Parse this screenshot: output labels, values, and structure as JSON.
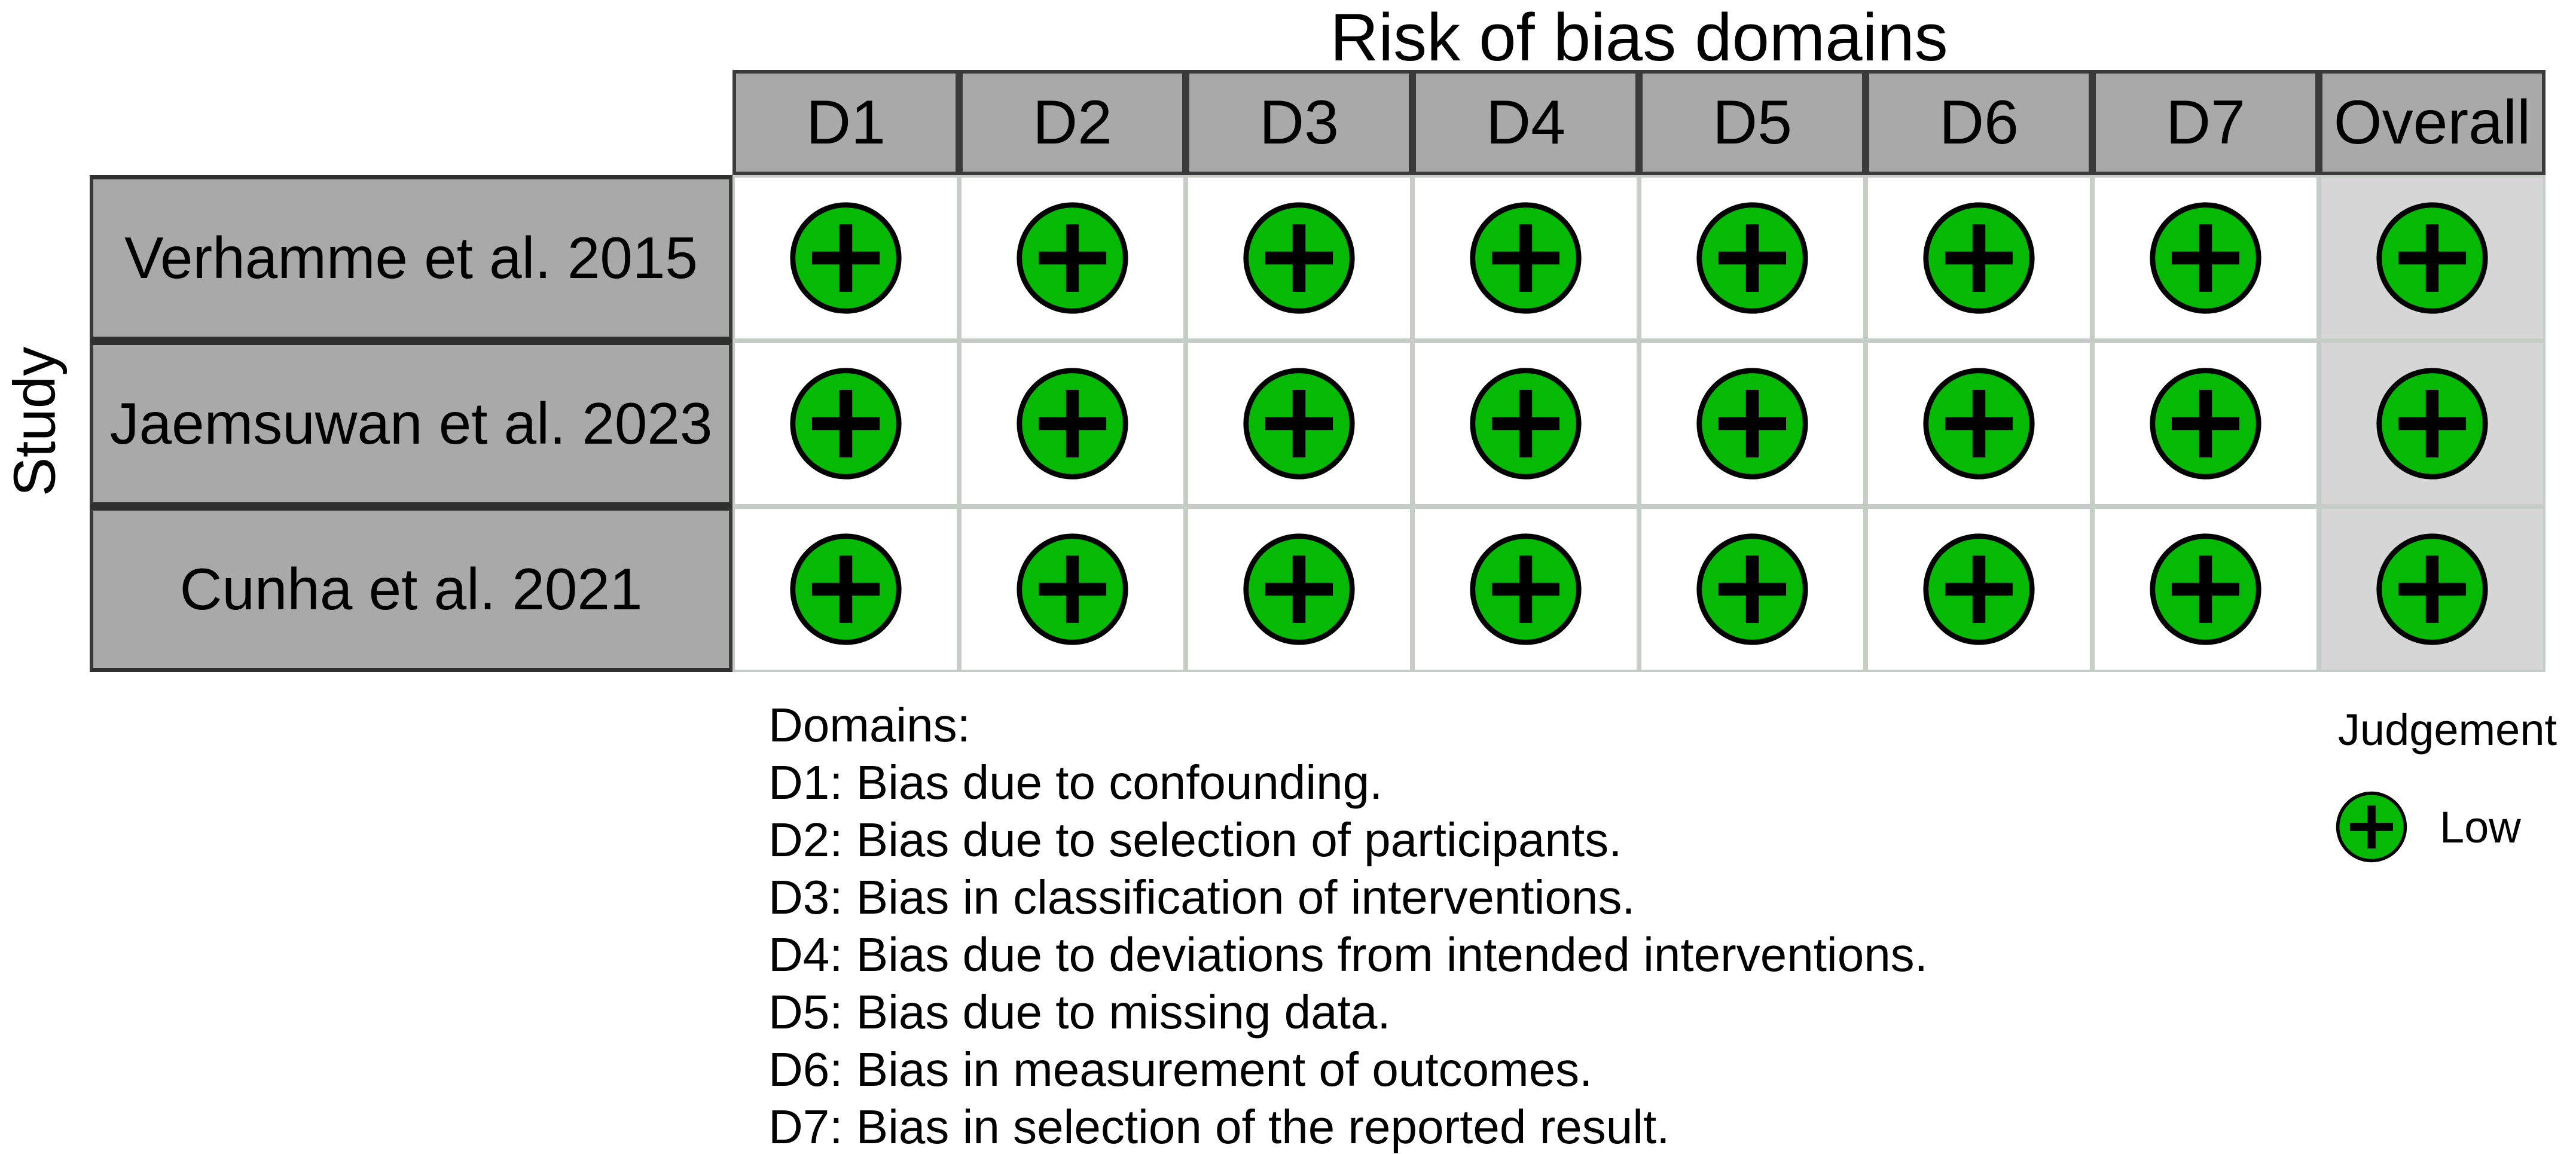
{
  "chart_data": {
    "type": "table",
    "title": "Risk of bias domains",
    "y_axis_label": "Study",
    "columns": [
      "D1",
      "D2",
      "D3",
      "D4",
      "D5",
      "D6",
      "D7",
      "Overall"
    ],
    "rows": [
      {
        "study": "Verhamme et al. 2015",
        "judgements": [
          "Low",
          "Low",
          "Low",
          "Low",
          "Low",
          "Low",
          "Low",
          "Low"
        ]
      },
      {
        "study": "Jaemsuwan et al. 2023",
        "judgements": [
          "Low",
          "Low",
          "Low",
          "Low",
          "Low",
          "Low",
          "Low",
          "Low"
        ]
      },
      {
        "study": "Cunha et al. 2021",
        "judgements": [
          "Low",
          "Low",
          "Low",
          "Low",
          "Low",
          "Low",
          "Low",
          "Low"
        ]
      }
    ],
    "footnotes": [
      "Domains:",
      "D1: Bias due to confounding.",
      "D2: Bias due to selection of participants.",
      "D3: Bias in classification of interventions.",
      "D4: Bias due to deviations from intended interventions.",
      "D5: Bias due to missing data.",
      "D6: Bias in measurement of outcomes.",
      "D7: Bias in selection of the reported result."
    ],
    "legend": {
      "title": "Judgement",
      "entries": [
        {
          "label": "Low",
          "symbol": "plus-circle",
          "color": "#05b905"
        }
      ]
    },
    "colors": {
      "low": "#05b905",
      "header_bg": "#a9a9a9",
      "row_label_bg": "#a9a9a9",
      "overall_column_bg": "#d6d6d6",
      "dark_border": "#3a3a3a",
      "light_border": "#c6ccc6",
      "symbol_stroke": "#000000"
    },
    "layout": {
      "grid": "on (cell borders)",
      "legend_position": "bottom-right",
      "footnotes_position": "bottom-left"
    }
  }
}
